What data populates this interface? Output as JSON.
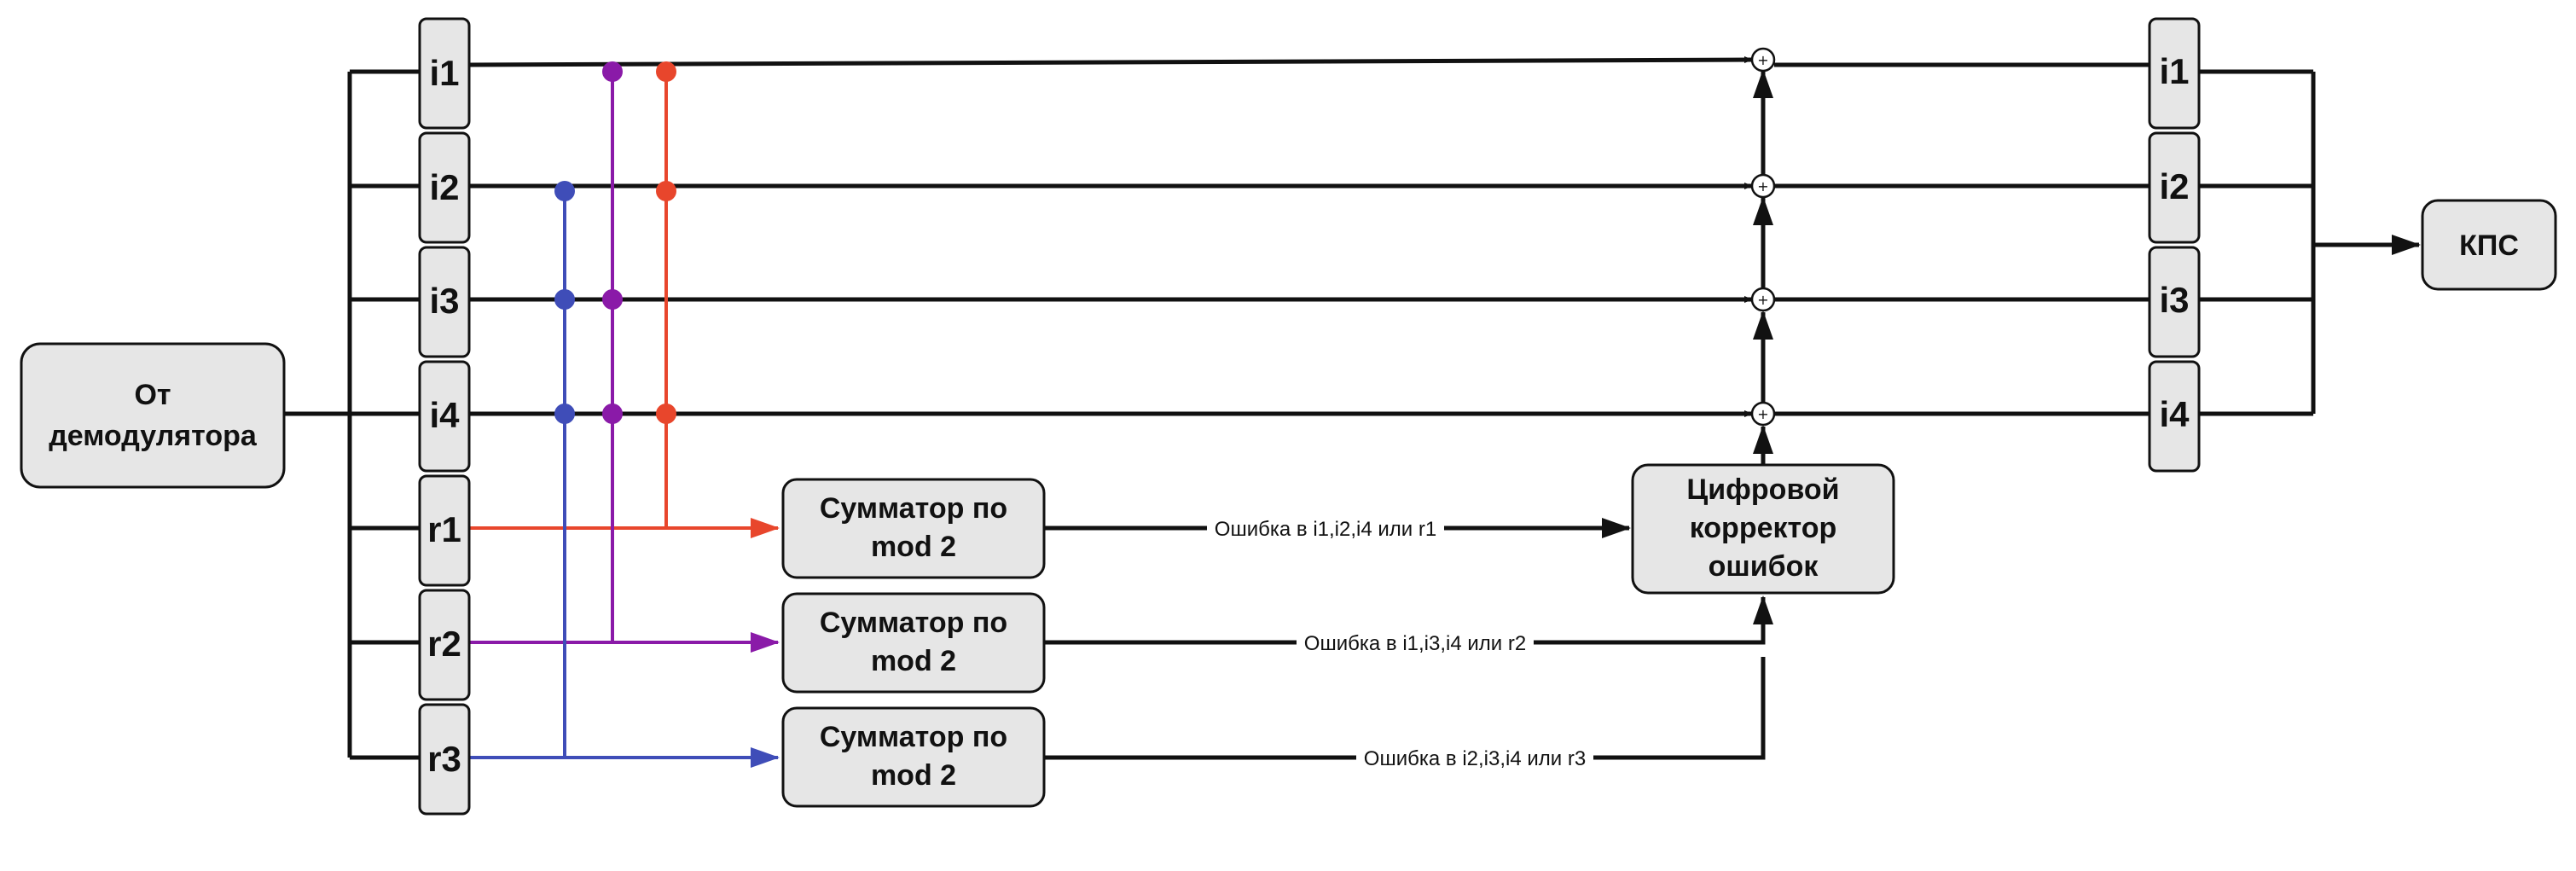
{
  "colors": {
    "r1": "#e8462c",
    "r2": "#8a1aa8",
    "r3": "#3f4db8",
    "box_fill": "#e6e6e6",
    "line": "#111111"
  },
  "source": {
    "label_line1": "От",
    "label_line2": "демодулятора"
  },
  "input_bits": [
    "i1",
    "i2",
    "i3",
    "i4",
    "r1",
    "r2",
    "r3"
  ],
  "adders": [
    {
      "line1": "Сумматор по",
      "line2": "mod 2"
    },
    {
      "line1": "Сумматор по",
      "line2": "mod 2"
    },
    {
      "line1": "Сумматор по",
      "line2": "mod 2"
    }
  ],
  "error_labels": [
    "Ошибка в i1,i2,i4 или r1",
    "Ошибка в i1,i3,i4 или r2",
    "Ошибка в i2,i3,i4 или r3"
  ],
  "corrector": {
    "line1": "Цифровой",
    "line2": "корректор",
    "line3": "ошибок"
  },
  "xor_symbol": "+",
  "output_bits": [
    "i1",
    "i2",
    "i3",
    "i4"
  ],
  "sink": {
    "label": "КПС"
  }
}
